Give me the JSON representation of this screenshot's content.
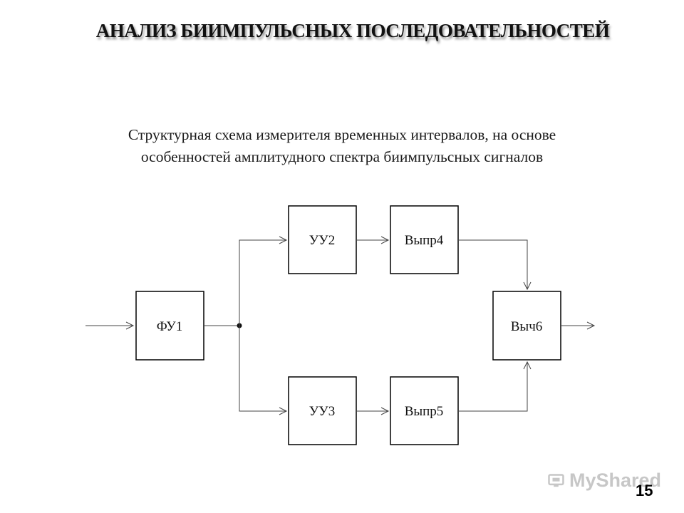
{
  "slide": {
    "title": "АНАЛИЗ БИИМПУЛЬСНЫХ ПОСЛЕДОВАТЕЛЬНОСТЕЙ",
    "subtitle_line1": "Структурная схема измерителя временных интервалов, на основе",
    "subtitle_line2": "особенностей амплитудного спектра биимпульсных сигналов",
    "page_number": "15"
  },
  "diagram": {
    "blocks": {
      "fu1": "ФУ1",
      "uu2": "УУ2",
      "uu3": "УУ3",
      "vypr4": "Выпр4",
      "vypr5": "Выпр5",
      "vych6": "Выч6"
    }
  },
  "watermark": {
    "text": "MyShared",
    "icon": "myshared-logo-icon"
  }
}
